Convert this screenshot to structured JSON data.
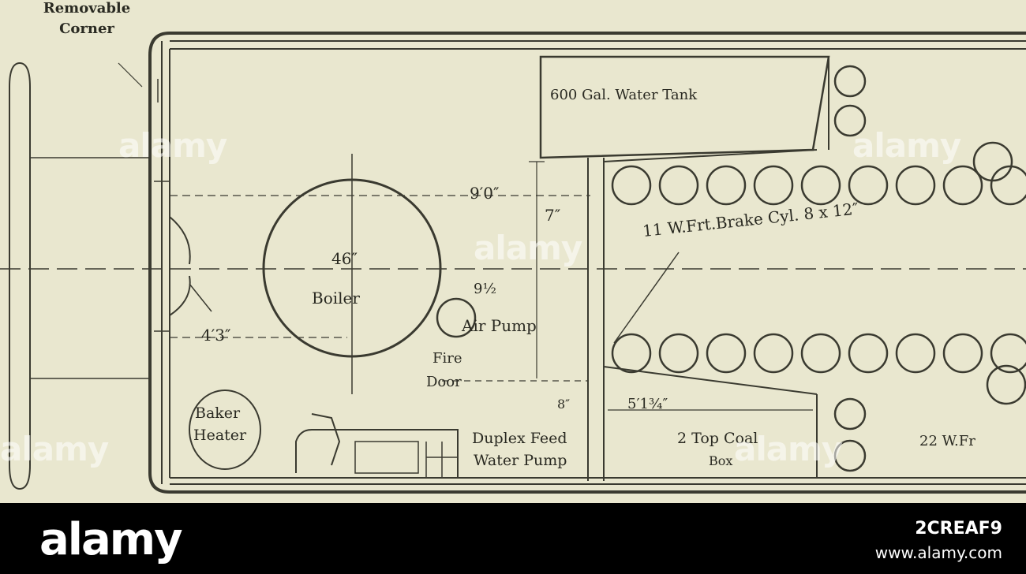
{
  "labels": {
    "removable": "Removable",
    "corner": "Corner",
    "water_tank": "600 Gal. Water Tank",
    "dim_9_0": "9′0″",
    "dim_7": "7″",
    "brake_11": "11 W.Frt.Brake Cyl. 8 x 12″",
    "boiler_size": "46″",
    "boiler": "Boiler",
    "dim_9_5": "9½",
    "air_pump": "Air Pump",
    "dim_4_3": "4′3″",
    "fire": "Fire",
    "door": "Door",
    "dim_8": "8″",
    "dim_5_1": "5′1¾″",
    "baker": "Baker",
    "heater": "Heater",
    "duplex": "Duplex Feed",
    "water_pump": "Water Pump",
    "coal1": "2 Top Coal",
    "coal2": "Box",
    "brake_22": "22 W.Fr"
  },
  "watermark": "alamy",
  "footer": {
    "brand": "alamy",
    "image_id": "2CREAF9",
    "site": "www.alamy.com"
  },
  "colors": {
    "paper": "#e9e7cf",
    "ink": "#3a3a30",
    "footer": "#000000"
  }
}
